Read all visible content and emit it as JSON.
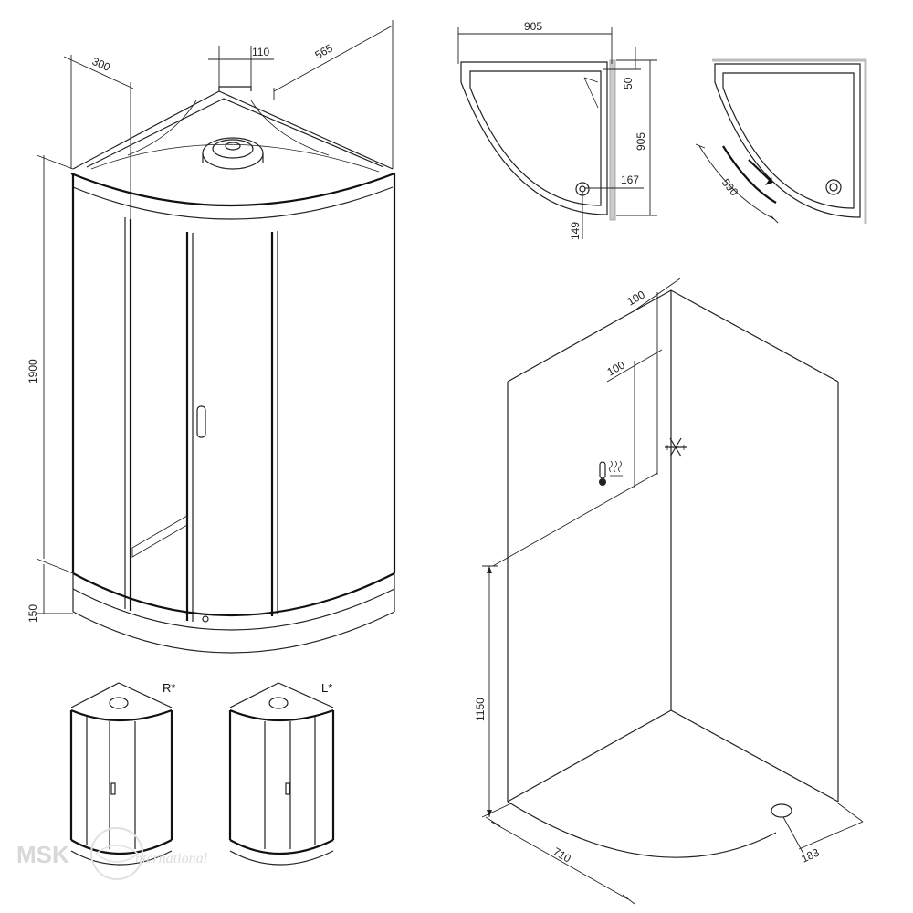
{
  "front_view": {
    "dims": {
      "top_left": "300",
      "top_center": "110",
      "top_right": "565",
      "height": "1900",
      "base": "150"
    }
  },
  "tray_plan": {
    "dims": {
      "width": "905",
      "depth": "905",
      "rim": "50",
      "drain_x": "167",
      "drain_y": "149"
    }
  },
  "door_plan": {
    "dims": {
      "door_width": "590"
    }
  },
  "variants": {
    "right": "R*",
    "left": "L*"
  },
  "wall_layout": {
    "dims": {
      "top_offset": "100",
      "upper_offset": "100",
      "mount_height": "1150",
      "depth": "710",
      "drain_offset": "183"
    },
    "icons": {
      "thermo": "thermostat-icon",
      "cold": "snowflake-icon"
    }
  },
  "watermark": {
    "brand": "MSK",
    "script": "International"
  }
}
